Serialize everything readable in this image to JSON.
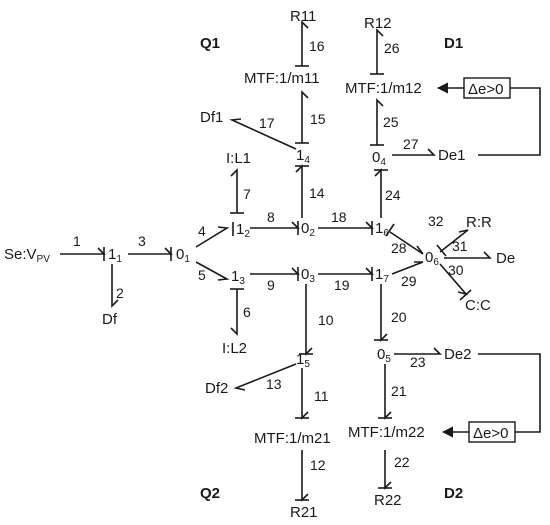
{
  "corners": {
    "q1": "Q1",
    "d1": "D1",
    "q2": "Q2",
    "d2": "D2"
  },
  "nodes": {
    "source": "Se:V",
    "source_sub": "PV",
    "n1_1": "1",
    "n1_1_sub": "1",
    "n0_1": "0",
    "n0_1_sub": "1",
    "n1_2": "1",
    "n1_2_sub": "2",
    "n1_3": "1",
    "n1_3_sub": "3",
    "n0_2": "0",
    "n0_2_sub": "2",
    "n0_3": "0",
    "n0_3_sub": "3",
    "n1_4": "1",
    "n1_4_sub": "4",
    "n0_4": "0",
    "n0_4_sub": "4",
    "n1_5": "1",
    "n1_5_sub": "5",
    "n0_5": "0",
    "n0_5_sub": "5",
    "n1_6": "1",
    "n1_6_sub": "6",
    "n1_7": "1",
    "n1_7_sub": "7",
    "n0_6": "0",
    "n0_6_sub": "6",
    "IL1": "I:L1",
    "IL2": "I:L2",
    "Df": "Df",
    "Df1": "Df1",
    "Df2": "Df2",
    "De": "De",
    "De1": "De1",
    "De2": "De2",
    "RR": "R:R",
    "CC": "C:C",
    "MTF11": "MTF:1/m11",
    "MTF12": "MTF:1/m12",
    "MTF21": "MTF:1/m21",
    "MTF22": "MTF:1/m22",
    "R11": "R11",
    "R12": "R12",
    "R21": "R21",
    "R22": "R22",
    "cond1": "Δe>0",
    "cond2": "Δe>0"
  },
  "bonds": {
    "b1": "1",
    "b2": "2",
    "b3": "3",
    "b4": "4",
    "b5": "5",
    "b6": "6",
    "b7": "7",
    "b8": "8",
    "b9": "9",
    "b10": "10",
    "b11": "11",
    "b12": "12",
    "b13": "13",
    "b14": "14",
    "b15": "15",
    "b16": "16",
    "b17": "17",
    "b18": "18",
    "b19": "19",
    "b20": "20",
    "b21": "21",
    "b22": "22",
    "b23": "23",
    "b24": "24",
    "b25": "25",
    "b26": "26",
    "b27": "27",
    "b28": "28",
    "b29": "29",
    "b30": "30",
    "b31": "31",
    "b32": "32"
  }
}
